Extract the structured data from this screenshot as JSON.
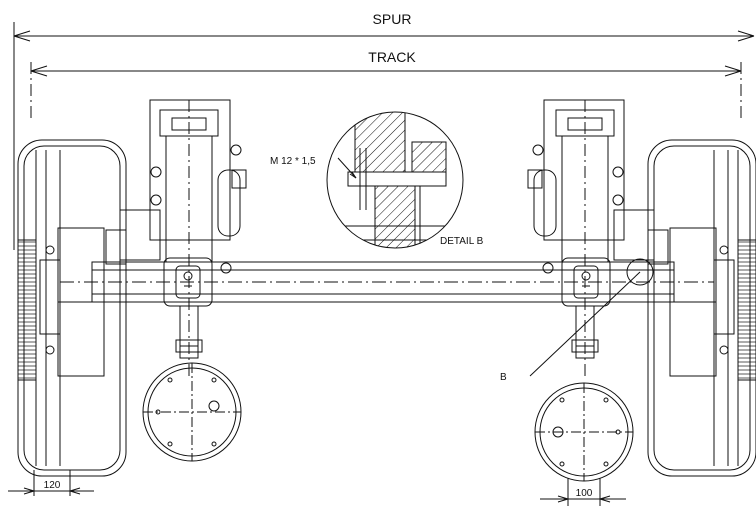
{
  "drawing": {
    "spur_label": "SPUR",
    "track_label": "TRACK",
    "thread_label": "M 12 * 1,5",
    "detail_label": "DETAIL B",
    "detail_callout": "B",
    "dim_left": "120",
    "dim_right": "100"
  },
  "colors": {
    "line": "#111111",
    "background": "#ffffff"
  }
}
